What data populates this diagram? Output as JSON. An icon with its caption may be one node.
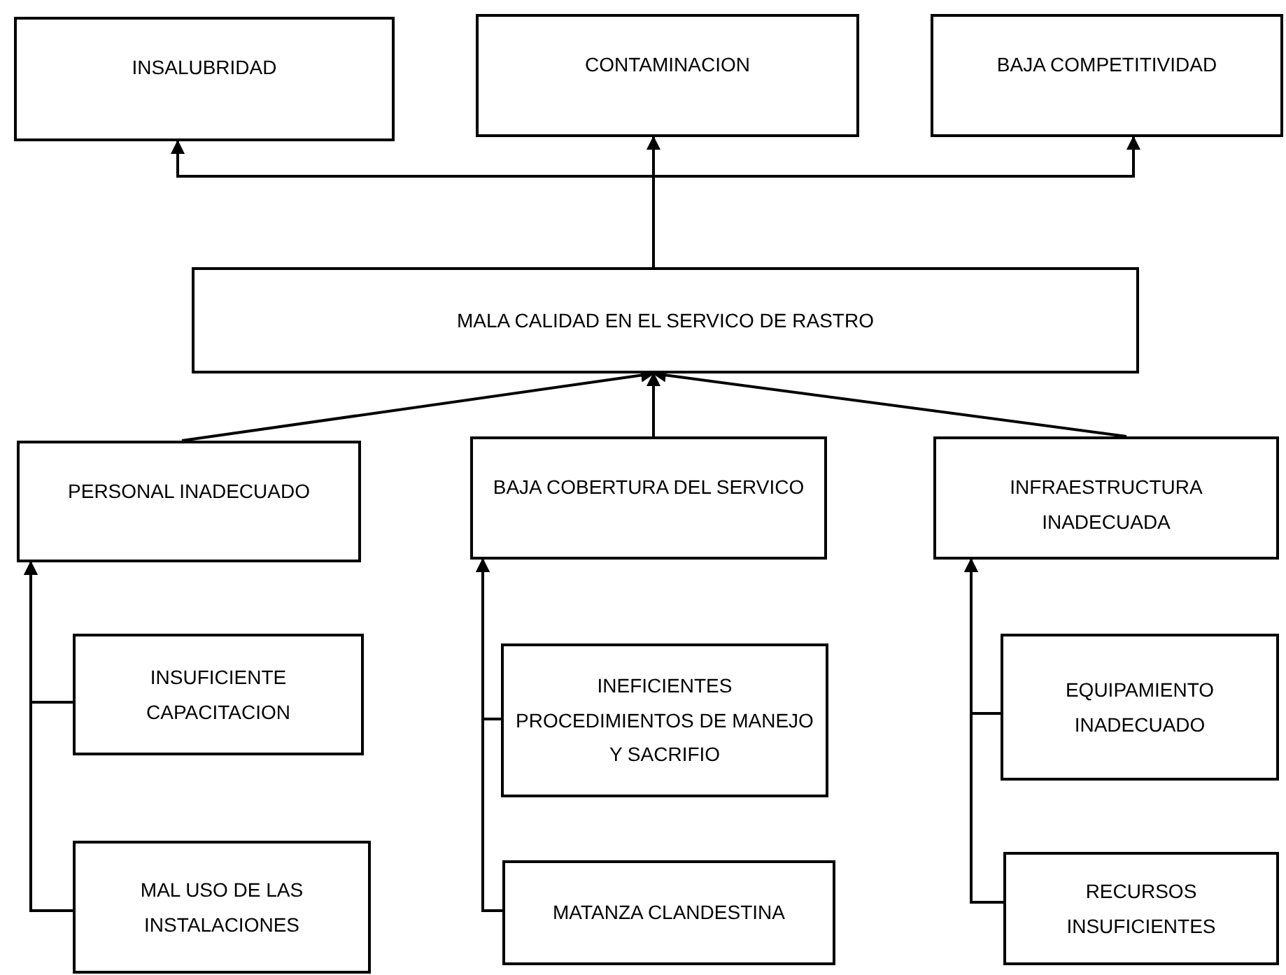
{
  "diagram": {
    "nodes": [
      {
        "text": [
          "INSALUBRIDAD"
        ]
      },
      {
        "text": [
          "CONTAMINACION"
        ]
      },
      {
        "text": [
          "BAJA COMPETITIVIDAD"
        ]
      },
      {
        "text": [
          "MALA CALIDAD EN EL SERVICO DE RASTRO"
        ]
      },
      {
        "text": [
          "PERSONAL INADECUADO"
        ]
      },
      {
        "text": [
          "BAJA COBERTURA DEL SERVICO"
        ]
      },
      {
        "text": [
          "INFRAESTRUCTURA INADECUADA"
        ]
      },
      {
        "text": [
          "INSUFICIENTE CAPACITACION"
        ]
      },
      {
        "text": [
          "INEFICIENTES PROCEDIMIENTOS DE MANEJO Y SACRIFIO"
        ]
      },
      {
        "text": [
          "EQUIPAMIENTO INADECUADO"
        ]
      },
      {
        "text": [
          "MAL USO DE LAS INSTALACIONES"
        ]
      },
      {
        "text": [
          "MATANZA CLANDESTINA"
        ]
      },
      {
        "text": [
          "RECURSOS INSUFICIENTES"
        ]
      }
    ],
    "edges": [
      {
        "from": 3,
        "to": 0,
        "arrow": "to"
      },
      {
        "from": 3,
        "to": 1,
        "arrow": "to"
      },
      {
        "from": 3,
        "to": 2,
        "arrow": "to"
      },
      {
        "from": 4,
        "to": 3,
        "arrow": "to"
      },
      {
        "from": 5,
        "to": 3,
        "arrow": "to"
      },
      {
        "from": 6,
        "to": 3,
        "arrow": "to"
      },
      {
        "from": 7,
        "to": 4,
        "arrow": "to"
      },
      {
        "from": 10,
        "to": 4,
        "arrow": "to"
      },
      {
        "from": 8,
        "to": 5,
        "arrow": "to"
      },
      {
        "from": 11,
        "to": 5,
        "arrow": "to"
      },
      {
        "from": 9,
        "to": 6,
        "arrow": "to"
      },
      {
        "from": 12,
        "to": 6,
        "arrow": "to"
      }
    ]
  }
}
